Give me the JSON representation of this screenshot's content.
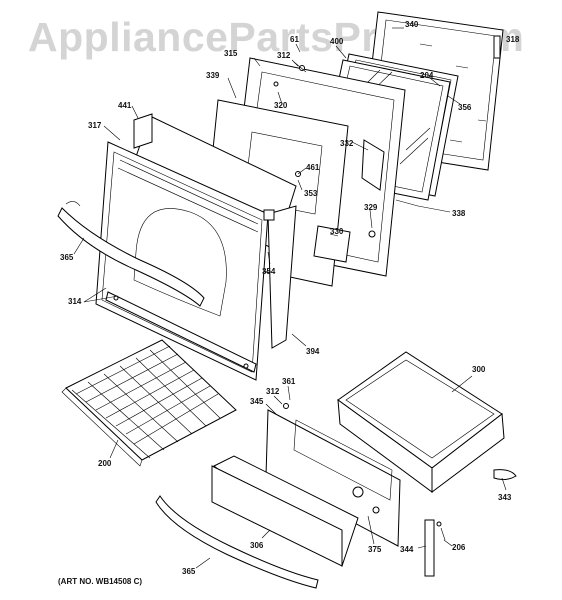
{
  "watermark": "AppliancePartsPros.com",
  "art_number": "(ART NO. WB14508 C)",
  "callouts": [
    {
      "id": "c340",
      "text": "340"
    },
    {
      "id": "c318",
      "text": "318"
    },
    {
      "id": "c61",
      "text": "61"
    },
    {
      "id": "c315",
      "text": "315"
    },
    {
      "id": "c312a",
      "text": "312"
    },
    {
      "id": "c400",
      "text": "400"
    },
    {
      "id": "c204",
      "text": "204"
    },
    {
      "id": "c339",
      "text": "339"
    },
    {
      "id": "c356",
      "text": "356"
    },
    {
      "id": "c320",
      "text": "320"
    },
    {
      "id": "c441",
      "text": "441"
    },
    {
      "id": "c317",
      "text": "317"
    },
    {
      "id": "c332",
      "text": "332"
    },
    {
      "id": "c461",
      "text": "461"
    },
    {
      "id": "c353",
      "text": "353"
    },
    {
      "id": "c329",
      "text": "329"
    },
    {
      "id": "c338",
      "text": "338"
    },
    {
      "id": "c330",
      "text": "330"
    },
    {
      "id": "c365a",
      "text": "365"
    },
    {
      "id": "c354",
      "text": "354"
    },
    {
      "id": "c314",
      "text": "314"
    },
    {
      "id": "c394",
      "text": "394"
    },
    {
      "id": "c300",
      "text": "300"
    },
    {
      "id": "c361",
      "text": "361"
    },
    {
      "id": "c312b",
      "text": "312"
    },
    {
      "id": "c345",
      "text": "345"
    },
    {
      "id": "c200",
      "text": "200"
    },
    {
      "id": "c343",
      "text": "343"
    },
    {
      "id": "c375",
      "text": "375"
    },
    {
      "id": "c365b",
      "text": "365"
    },
    {
      "id": "c306",
      "text": "306"
    },
    {
      "id": "c344",
      "text": "344"
    },
    {
      "id": "c206",
      "text": "206"
    }
  ]
}
